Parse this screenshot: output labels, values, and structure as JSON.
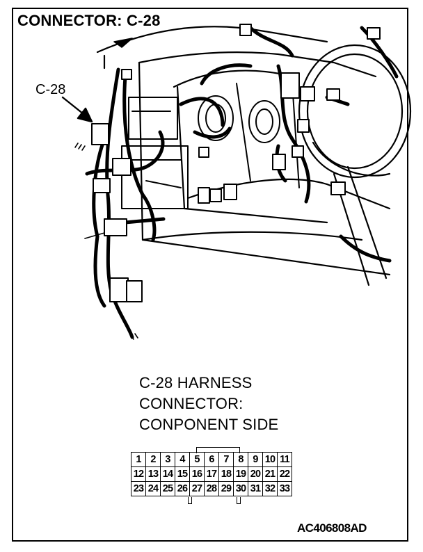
{
  "title": "CONNECTOR: C-28",
  "callout_label": "C-28",
  "caption": [
    "C-28 HARNESS",
    "CONNECTOR:",
    "CONPONENT SIDE"
  ],
  "pin_rows": [
    [
      "1",
      "2",
      "3",
      "4",
      "5",
      "6",
      "7",
      "8",
      "9",
      "10",
      "11"
    ],
    [
      "12",
      "13",
      "14",
      "15",
      "16",
      "17",
      "18",
      "19",
      "20",
      "21",
      "22"
    ],
    [
      "23",
      "24",
      "25",
      "26",
      "27",
      "28",
      "29",
      "30",
      "31",
      "32",
      "33"
    ]
  ],
  "figure_code": "AC406808AD",
  "colors": {
    "ink": "#000000",
    "paper": "#ffffff"
  }
}
